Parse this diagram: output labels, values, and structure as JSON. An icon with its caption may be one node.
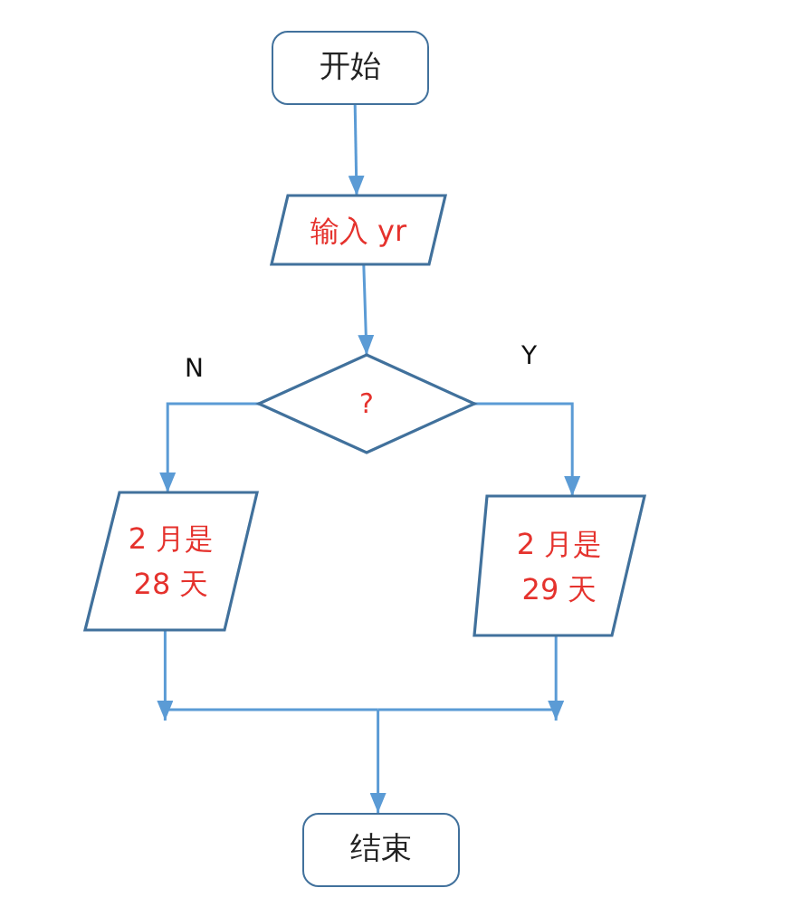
{
  "diagram": {
    "nodes": [
      {
        "text": [
          "开始"
        ]
      },
      {
        "text": [
          "输入 yr"
        ]
      },
      {
        "text": [
          "?"
        ]
      },
      {
        "text": [
          "2 月是 28 天"
        ]
      },
      {
        "text": [
          "2 月是 29 天"
        ]
      },
      {
        "text": [
          "结束"
        ]
      }
    ],
    "edges": [
      {
        "from": 0,
        "to": 1,
        "arrow": "to"
      },
      {
        "from": 1,
        "to": 2,
        "arrow": "to"
      },
      {
        "from": 2,
        "to": 3,
        "arrow": "to",
        "label": "N"
      },
      {
        "from": 2,
        "to": 4,
        "arrow": "to",
        "label": "Y"
      },
      {
        "from": 3,
        "to": 5,
        "arrow": "to"
      },
      {
        "from": 4,
        "to": 5,
        "arrow": "to"
      }
    ]
  }
}
